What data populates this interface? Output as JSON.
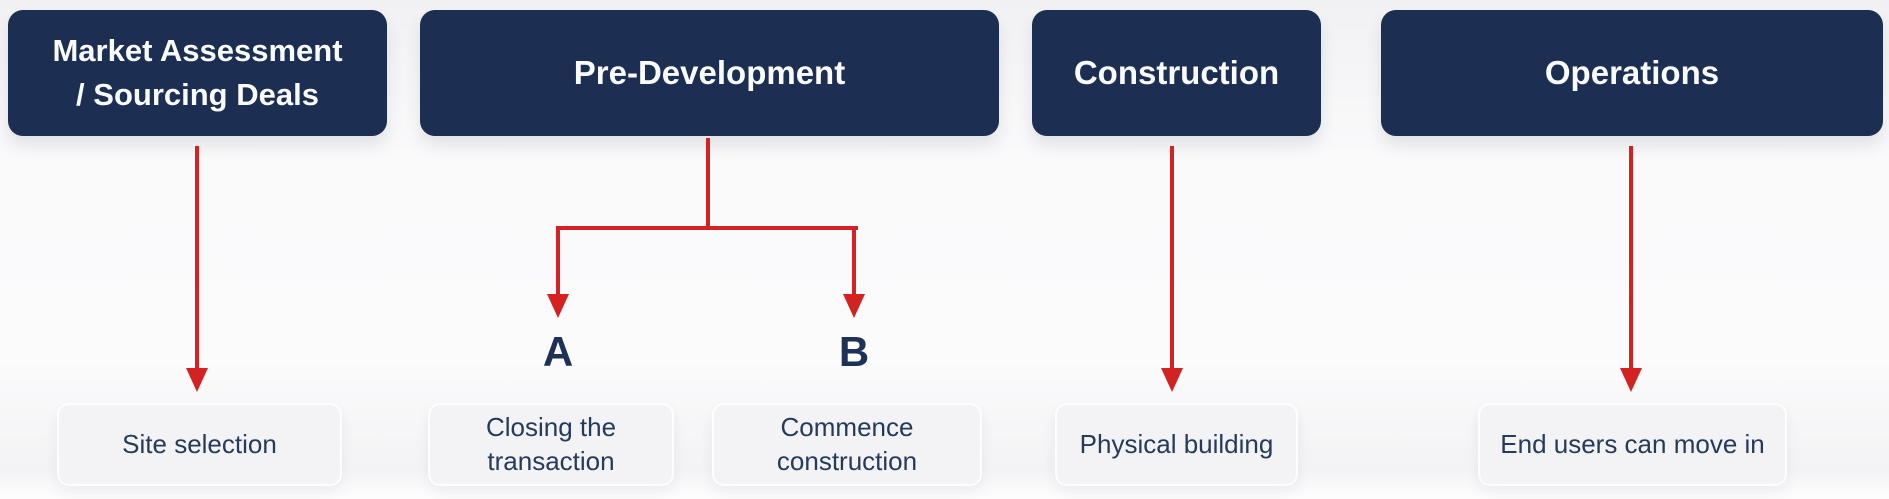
{
  "diagram": {
    "type": "process-flow",
    "colors": {
      "header_bg": "#1c2e52",
      "header_text": "#fafbfc",
      "arrow": "#d42222",
      "outcome_bg": "#f3f3f6",
      "outcome_text": "#243b59",
      "branch_label_color": "#1e3257",
      "page_bg": "#f7f7f8"
    },
    "stages": [
      {
        "id": "market-assessment",
        "title_lines": [
          "Market Assessment",
          "/ Sourcing Deals"
        ],
        "outcome_lines": [
          "Site selection"
        ]
      },
      {
        "id": "pre-development",
        "title": "Pre-Development",
        "branches": [
          {
            "label": "A",
            "outcome_lines": [
              "Closing the",
              "transaction"
            ]
          },
          {
            "label": "B",
            "outcome_lines": [
              "Commence",
              "construction"
            ]
          }
        ]
      },
      {
        "id": "construction",
        "title": "Construction",
        "outcome_lines": [
          "Physical building"
        ]
      },
      {
        "id": "operations",
        "title": "Operations",
        "outcome_lines": [
          "End users can move in"
        ]
      }
    ]
  }
}
